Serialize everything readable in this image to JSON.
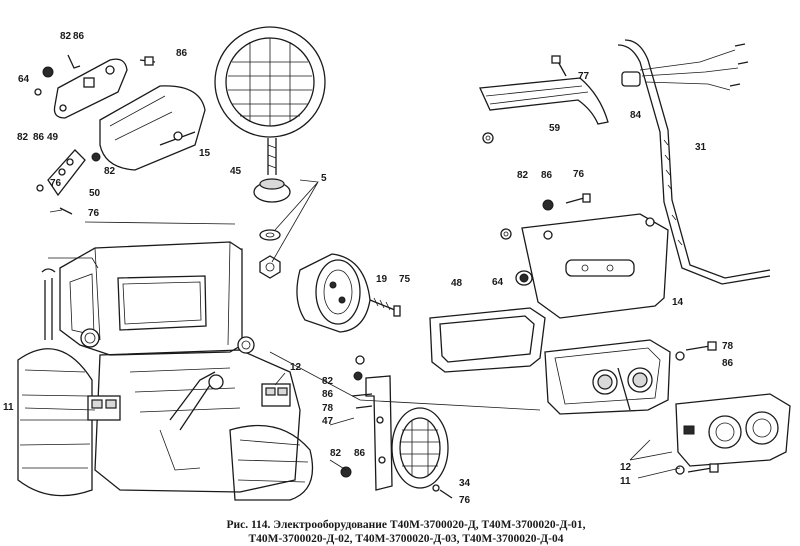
{
  "figure": {
    "caption_line1": "Рис. 114. Электрооборудование  Т40М-3700020-Д,  Т40М-3700020-Д-01,",
    "caption_line2": "Т40М-3700020-Д-02, Т40М-3700020-Д-03, Т40М-3700020-Д-04"
  },
  "callouts": {
    "c82a": "82",
    "c86a": "86",
    "c86b": "86",
    "c64a": "64",
    "c82b": "82",
    "c86c": "86",
    "c49": "49",
    "c82c": "82",
    "c76a": "76",
    "c50": "50",
    "c76b": "76",
    "c15": "15",
    "c45": "45",
    "c5": "5",
    "c19": "19",
    "c75": "75",
    "c77": "77",
    "c84": "84",
    "c59": "59",
    "c31": "31",
    "c82d": "82",
    "c86d": "86",
    "c76c": "76",
    "c48": "48",
    "c64b": "64",
    "c14": "14",
    "c78a": "78",
    "c86e": "86",
    "c12a": "12",
    "c82e": "82",
    "c86f": "86",
    "c78b": "78",
    "c47": "47",
    "c82f": "82",
    "c86g": "86",
    "c34": "34",
    "c76d": "76",
    "c11a": "11",
    "c12b": "12",
    "c11b": "11"
  }
}
